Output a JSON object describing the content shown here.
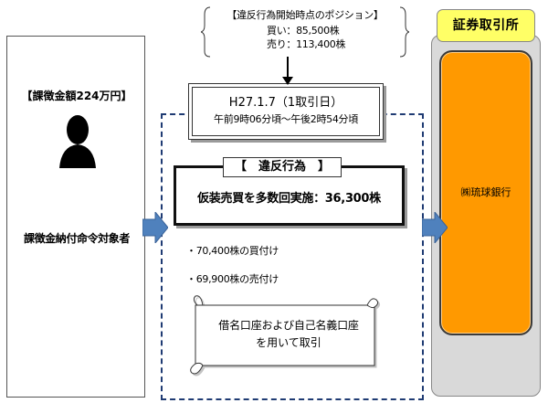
{
  "position": {
    "title": "【違反行為開始時点のポジション】",
    "buy": "買い：85,500株",
    "sell": "売り：113,400株"
  },
  "subject": {
    "fine_label": "【課徴金額224万円】",
    "name": "課徴金納付命令対象者"
  },
  "date": {
    "main": "H27.1.7（1取引日）",
    "sub": "午前9時06分頃～午後2時54分頃"
  },
  "violation": {
    "tag": "【　違反行為　】",
    "description": "仮装売買を多数回実施：36,300株",
    "bullets": [
      "・70,400株の買付け",
      "・69,900株の売付け"
    ]
  },
  "scroll": {
    "line1": "借名口座および自己名義口座",
    "line2": "を用いて取引"
  },
  "exchange": {
    "title": "証券取引所",
    "bank": "㈱琉球銀行"
  },
  "colors": {
    "arrow": "#4f81bd",
    "dashed_border": "#1f3b73",
    "exchange_title_bg": "#ffff66",
    "exchange_bg": "#d9d9d9",
    "bank_bg": "#ff9900"
  }
}
